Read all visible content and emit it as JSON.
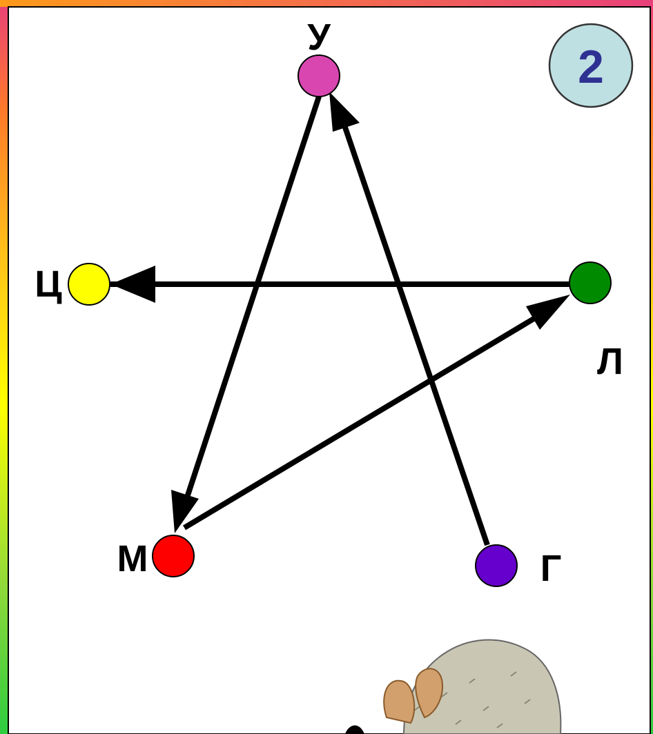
{
  "badge": {
    "number": "2"
  },
  "nodes": [
    {
      "id": "u",
      "label": "У",
      "color": "#d946b0"
    },
    {
      "id": "ts",
      "label": "Ц",
      "color": "#ffff00"
    },
    {
      "id": "l",
      "label": "Л",
      "color": "#008a00"
    },
    {
      "id": "m",
      "label": "М",
      "color": "#ff0000"
    },
    {
      "id": "g",
      "label": "Г",
      "color": "#6600cc"
    }
  ],
  "edges": [
    {
      "from": "l",
      "to": "ts"
    },
    {
      "from": "g",
      "to": "u"
    },
    {
      "from": "u",
      "to": "m"
    },
    {
      "from": "m",
      "to": "l"
    }
  ],
  "colors": {
    "background": "#ffffff",
    "border_gradient": [
      "#e8407a",
      "#ff8c1a",
      "#ffd700",
      "#ffff00",
      "#a6e22e",
      "#2ecc40"
    ],
    "badge_fill": "#bfe0e3",
    "badge_text": "#2e3192",
    "arrow": "#000000"
  }
}
